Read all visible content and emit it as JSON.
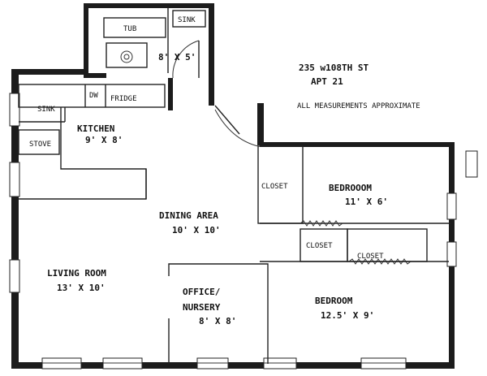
{
  "header": {
    "address_line1": "235 w108TH ST",
    "address_line2": "APT 21",
    "note": "ALL MEASUREMENTS APPROXIMATE"
  },
  "bathroom": {
    "tub": "TUB",
    "sink": "SINK",
    "dims": "8' X 5'"
  },
  "kitchen": {
    "sink": "SINK",
    "dw": "DW",
    "fridge": "FRIDGE",
    "stove": "STOVE",
    "name": "KITCHEN",
    "dims": "9' X 8'"
  },
  "dining": {
    "name": "DINING AREA",
    "dims": "10' X 10'"
  },
  "living": {
    "name": "LIVING ROOM",
    "dims": "13' X 10'"
  },
  "office": {
    "name_line1": "OFFICE/",
    "name_line2": "NURSERY",
    "dims": "8' X 8'"
  },
  "bedroom1": {
    "name": "BEDROOOM",
    "dims": "11' X 6'",
    "closet": "CLOSET"
  },
  "bedroom2": {
    "name": "BEDROOM",
    "dims": "12.5' X 9'",
    "closet_left": "CLOSET",
    "closet_right": "CLOSET"
  }
}
